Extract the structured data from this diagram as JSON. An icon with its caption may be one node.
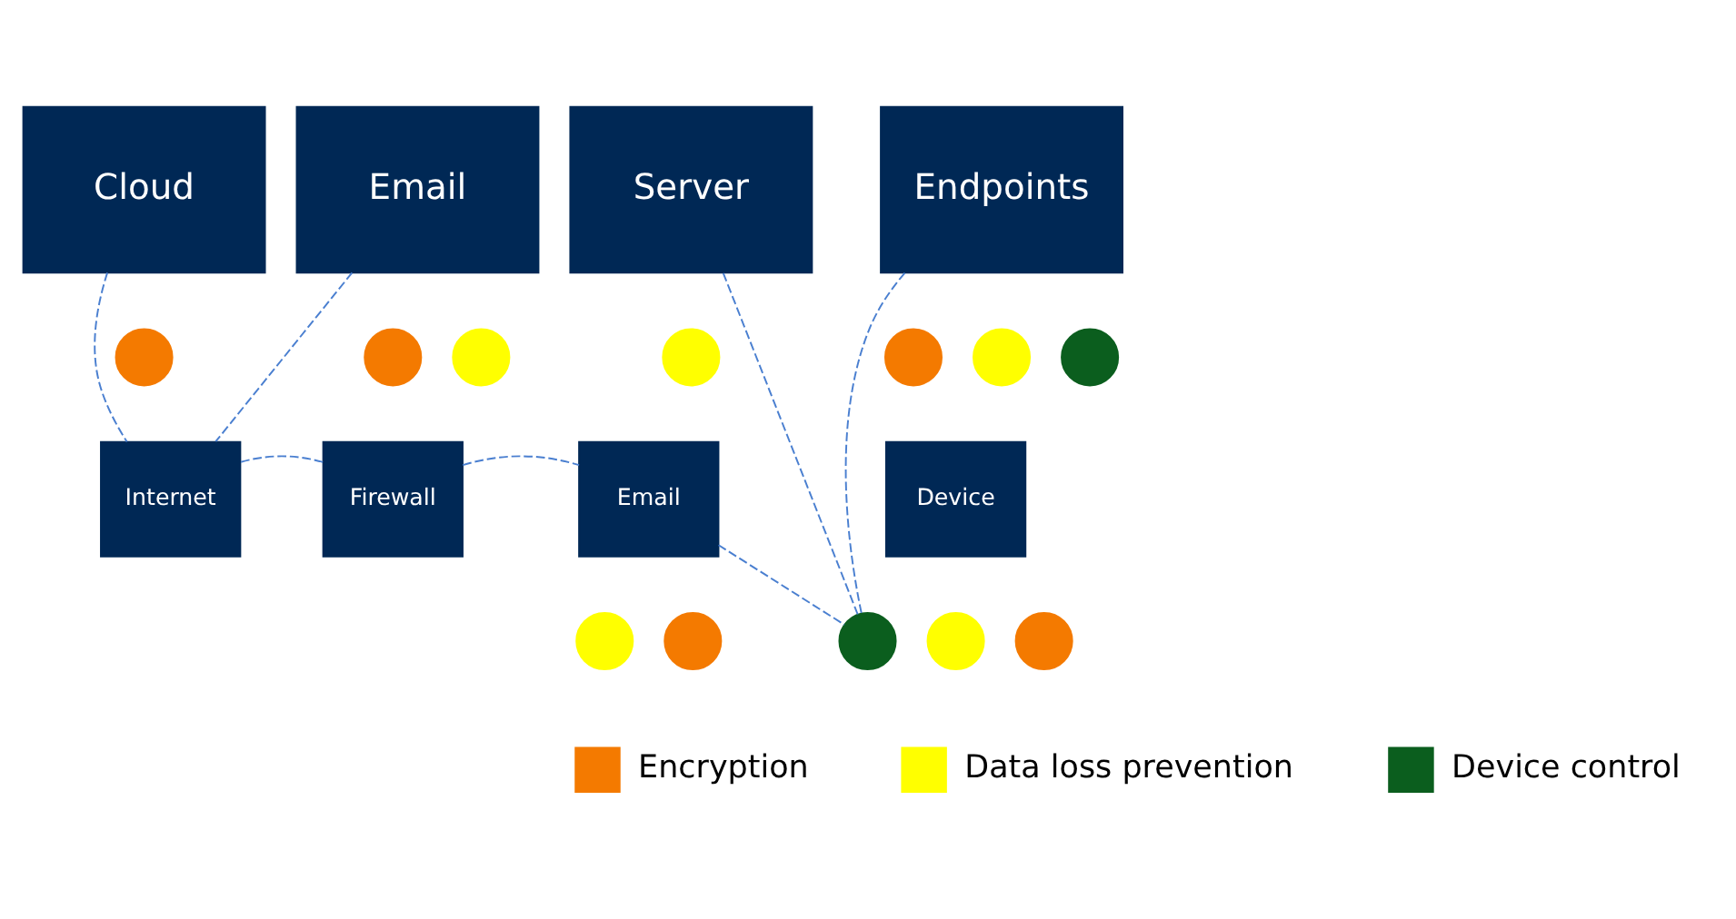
{
  "diagram": {
    "nodes": [
      {
        "text": [
          "Cloud"
        ]
      },
      {
        "text": [
          "Email"
        ]
      },
      {
        "text": [
          "Server"
        ]
      },
      {
        "text": [
          "Endpoints"
        ]
      },
      {
        "text": [],
        "shape": "circle"
      },
      {
        "text": [],
        "shape": "circle"
      },
      {
        "text": [],
        "shape": "circle"
      },
      {
        "text": [],
        "shape": "circle"
      },
      {
        "text": [],
        "shape": "circle"
      },
      {
        "text": [],
        "shape": "circle"
      },
      {
        "text": [],
        "shape": "circle"
      },
      {
        "text": [
          "Internet"
        ]
      },
      {
        "text": [
          "Firewall"
        ]
      },
      {
        "text": [
          "Email"
        ]
      },
      {
        "text": [
          "Device"
        ]
      },
      {
        "text": [],
        "shape": "circle"
      },
      {
        "text": [],
        "shape": "circle"
      },
      {
        "text": [],
        "shape": "circle"
      },
      {
        "text": [],
        "shape": "circle"
      },
      {
        "text": [],
        "shape": "circle"
      }
    ],
    "edges": [
      {
        "from": 0,
        "to": 11,
        "arrow": "none",
        "style": "dashed"
      },
      {
        "from": 1,
        "to": 11,
        "arrow": "none",
        "style": "dashed"
      },
      {
        "from": 11,
        "to": 12,
        "arrow": "none",
        "style": "dashed"
      },
      {
        "from": 12,
        "to": 13,
        "arrow": "none",
        "style": "dashed"
      },
      {
        "from": 13,
        "to": 19,
        "arrow": "none",
        "style": "dashed"
      },
      {
        "from": 2,
        "to": 19,
        "arrow": "none",
        "style": "dashed"
      },
      {
        "from": 3,
        "to": 19,
        "arrow": "none",
        "style": "dashed"
      }
    ],
    "legend": [
      {
        "text": "Encryption",
        "color": "#f47a00"
      },
      {
        "text": "Data loss prevention",
        "color": "#ffff00"
      },
      {
        "text": "Device control",
        "color": "#0b5e1e"
      }
    ]
  }
}
